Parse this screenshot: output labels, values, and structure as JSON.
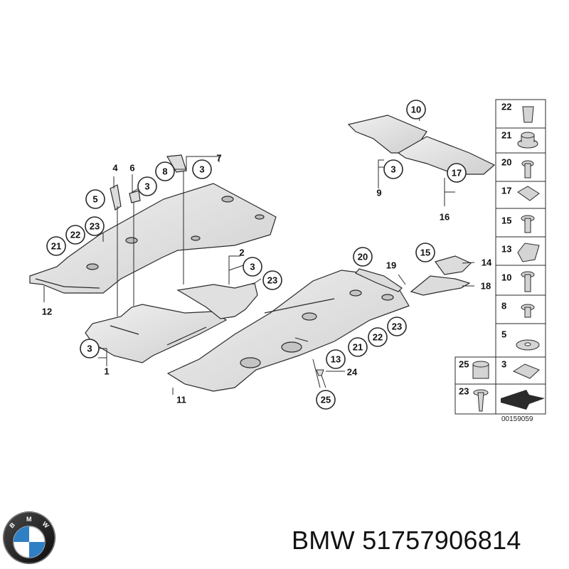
{
  "diagram": {
    "code": "00159059",
    "callouts": [
      "10",
      "7",
      "8",
      "3",
      "4",
      "6",
      "5",
      "3",
      "21",
      "22",
      "23",
      "3",
      "9",
      "17",
      "16",
      "2",
      "3",
      "23",
      "12",
      "20",
      "19",
      "15",
      "14",
      "18",
      "3",
      "1",
      "23",
      "22",
      "21",
      "13",
      "24",
      "11",
      "25"
    ],
    "legend": [
      "22",
      "21",
      "20",
      "17",
      "15",
      "13",
      "10",
      "8",
      "5",
      "25",
      "3",
      "23"
    ]
  },
  "brand": {
    "name": "BMW",
    "part_number": "51757906814",
    "logo_letters": "BMW"
  },
  "colors": {
    "line": "#2a2a2a",
    "panel_fill": "#e4e4e4",
    "panel_shade": "#c8c8c8",
    "logo_blue": "#2f7fc4",
    "logo_ring": "#1a1a1a"
  }
}
